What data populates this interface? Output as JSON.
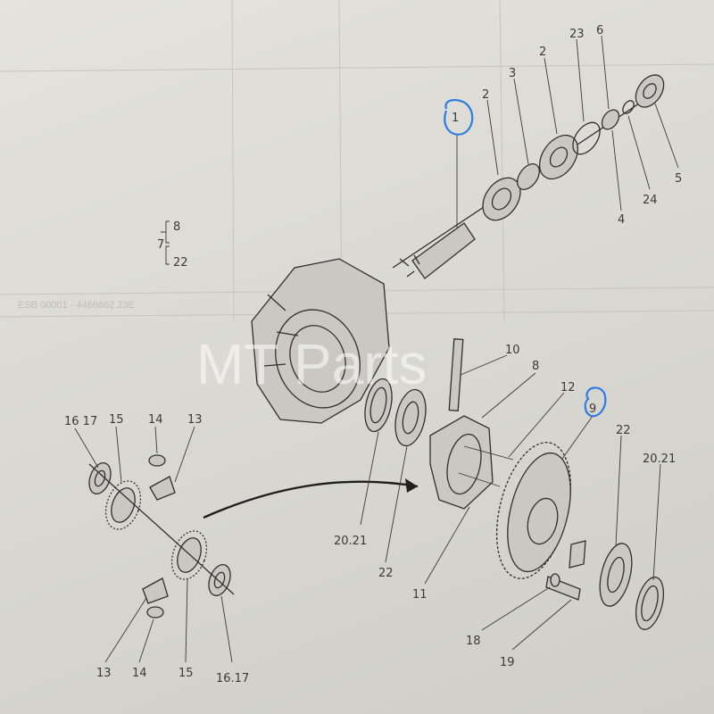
{
  "watermark": "MT Parts",
  "callouts": {
    "c1": "1",
    "c2a": "2",
    "c3": "3",
    "c2b": "2",
    "c23": "23",
    "c6": "6",
    "c5": "5",
    "c24": "24",
    "c4": "4",
    "c7": "7",
    "c8": "8",
    "c22a": "22",
    "c10": "10",
    "c8b": "8",
    "c12": "12",
    "c9": "9",
    "c22b": "22",
    "c2021a": "20.21",
    "c2021b": "20.21",
    "c22c": "22",
    "c11": "11",
    "c18": "18",
    "c19": "19",
    "c1617a": "16 17",
    "c15a": "15",
    "c14a": "14",
    "c13a": "13",
    "c13b": "13",
    "c14b": "14",
    "c15b": "15",
    "c1617b": "16.17"
  },
  "highlight_color": "#2f7de0"
}
